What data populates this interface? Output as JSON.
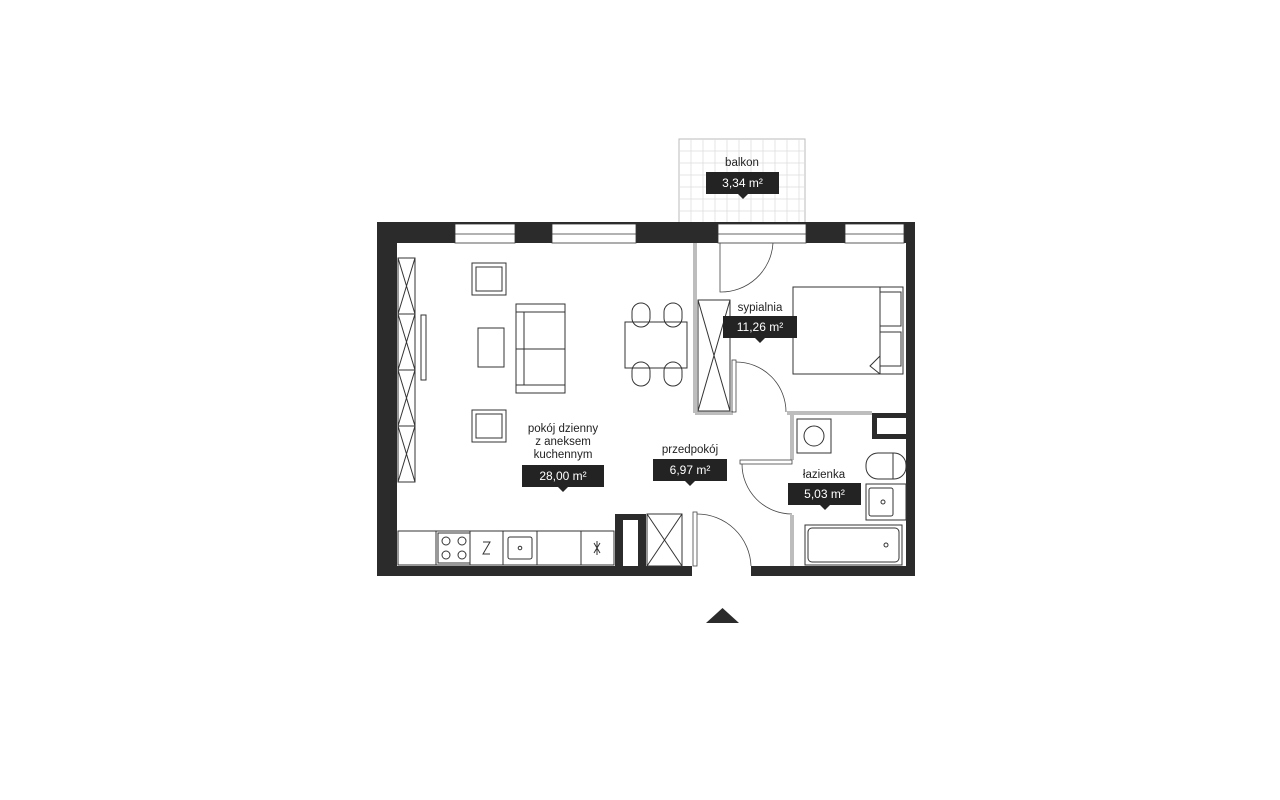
{
  "rooms": [
    {
      "id": "balkon",
      "name": "balkon",
      "area": "3,34 m²"
    },
    {
      "id": "sypialnia",
      "name": "sypialnia",
      "area": "11,26 m²"
    },
    {
      "id": "pokoj",
      "name_lines": [
        "pokój dzienny",
        "z aneksem",
        "kuchennym"
      ],
      "area": "28,00 m²"
    },
    {
      "id": "przedpokoj",
      "name": "przedpokój",
      "area": "6,97 m²"
    },
    {
      "id": "lazienka",
      "name": "łazienka",
      "area": "5,03 m²"
    }
  ],
  "colors": {
    "wall": "#2b2b2b",
    "partition": "#bdbdbd",
    "label_bg": "#232323",
    "label_text": "#ffffff"
  },
  "icons": [
    "entrance-arrow-icon",
    "hob-icon",
    "sink-icon",
    "toilet-icon",
    "bathtub-icon",
    "washing-machine-icon"
  ]
}
